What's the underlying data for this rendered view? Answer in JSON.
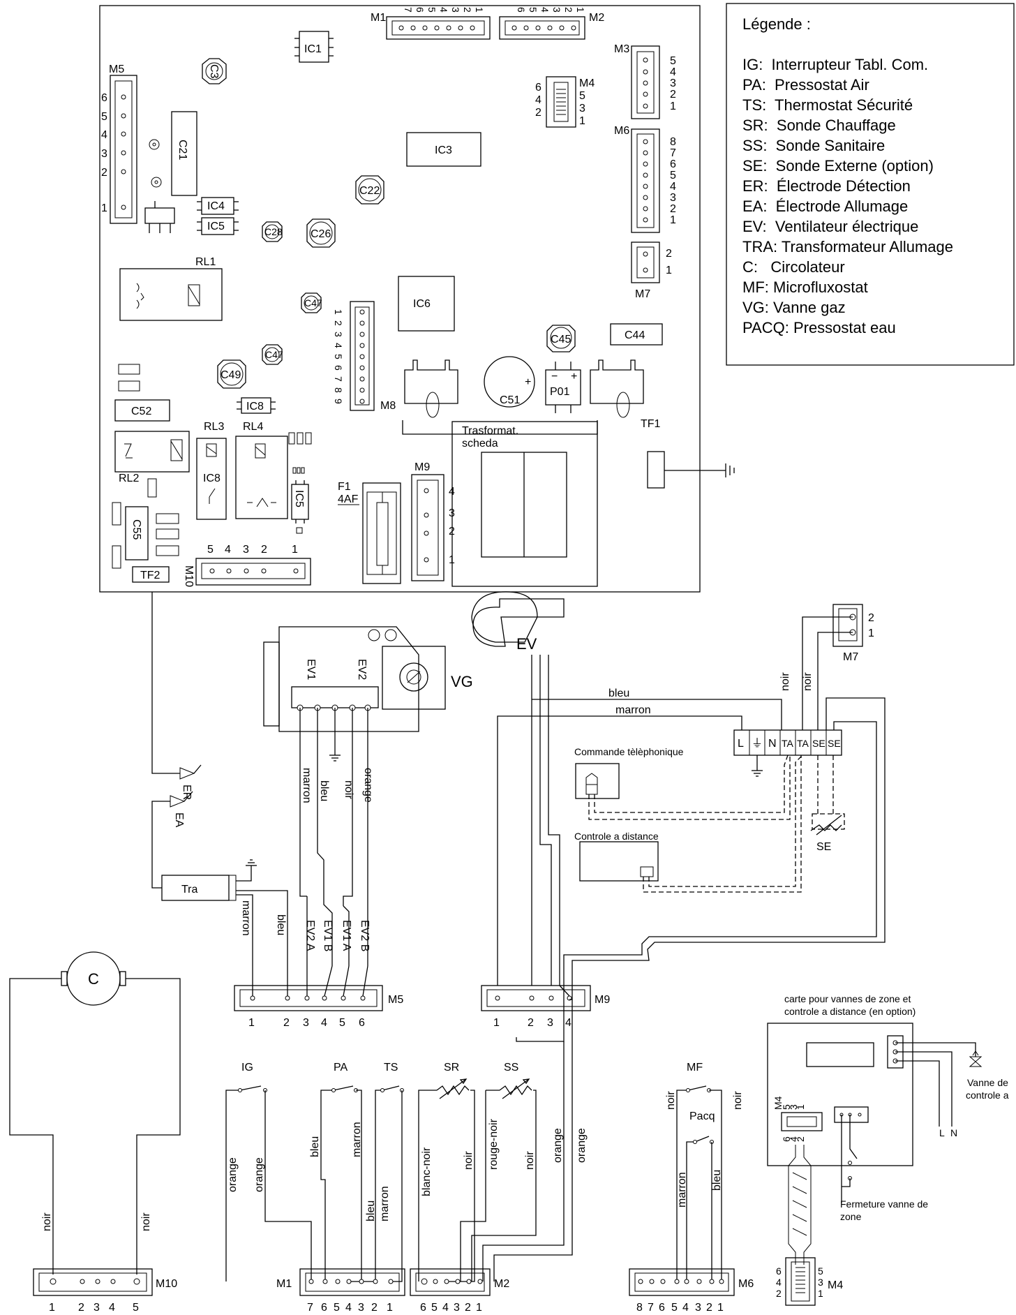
{
  "legend": {
    "title": "Légende :",
    "items": [
      "IG:  Interrupteur Tabl. Com.",
      "PA:  Pressostat Air",
      "TS:  Thermostat Sécurité",
      "SR:  Sonde Chauffage",
      "SS:  Sonde Sanitaire",
      "SE:  Sonde Externe (option)",
      "ER:  Électrode Détection",
      "EA:  Électrode Allumage",
      "EV:  Ventilateur électrique",
      "TRA: Transformateur Allumage",
      "C:   Circolateur",
      "MF: Microfluxostat",
      "VG: Vanne gaz",
      "PACQ: Pressostat eau"
    ]
  },
  "board": {
    "components": [
      "IC1",
      "IC3",
      "IC4",
      "IC5",
      "IC6",
      "IC8",
      "C3",
      "C21",
      "C22",
      "C26",
      "C28",
      "C47",
      "C49",
      "C52",
      "C55",
      "C45",
      "C44",
      "C51",
      "P01",
      "RL1",
      "RL2",
      "RL3",
      "RL4",
      "TF1",
      "TF2"
    ],
    "trasformat": [
      "Trasformat.",
      "scheda"
    ],
    "fuse": [
      "F1",
      "4AF"
    ]
  },
  "connectors": {
    "M1": "M1",
    "M2": "M2",
    "M3": "M3",
    "M4": "M4",
    "M5": "M5",
    "M6": "M6",
    "M7": "M7",
    "M8": "M8",
    "M9": "M9",
    "M10": "M10"
  },
  "pins": {
    "m1": [
      "7",
      "6",
      "5",
      "4",
      "3",
      "2",
      "1"
    ],
    "m2": [
      "6",
      "5",
      "4",
      "3",
      "2",
      "1"
    ],
    "m3": [
      "5",
      "4",
      "3",
      "2",
      "1"
    ],
    "m4_left": [
      "6",
      "4",
      "2"
    ],
    "m4_right": [
      "5",
      "3",
      "1"
    ],
    "m5_board": [
      "6",
      "5",
      "4",
      "3",
      "2",
      "1"
    ],
    "m6": [
      "8",
      "7",
      "6",
      "5",
      "4",
      "3",
      "2",
      "1"
    ],
    "m7": [
      "2",
      "1"
    ],
    "m8": [
      "1",
      "2",
      "3",
      "4",
      "5",
      "6",
      "7",
      "8",
      "9"
    ],
    "m9": [
      "4",
      "3",
      "2",
      "1"
    ],
    "m10_board": [
      "5",
      "4",
      "3",
      "2",
      "1"
    ],
    "m5_bottom": [
      "1",
      "2",
      "3",
      "4",
      "5",
      "6"
    ],
    "m9_bottom": [
      "1",
      "2",
      "3",
      "4"
    ],
    "m10_bottom": [
      "1",
      "2",
      "3",
      "4",
      "5"
    ],
    "m1_bottom": [
      "7",
      "6",
      "5",
      "4",
      "3",
      "2",
      "1"
    ],
    "m2_bottom": [
      "6",
      "5",
      "4",
      "3",
      "2",
      "1"
    ],
    "m6_bottom": [
      "8",
      "7",
      "6",
      "5",
      "4",
      "3",
      "2",
      "1"
    ]
  },
  "devices": {
    "vg": "VG",
    "ev": "EV",
    "tra": "Tra",
    "c": "C",
    "er": "ER",
    "ea": "EA",
    "se": "SE",
    "ig": "IG",
    "pa": "PA",
    "ts": "TS",
    "sr": "SR",
    "ss": "SS",
    "mf": "MF",
    "pacq": "Pacq",
    "ev1": "EV1",
    "ev2": "EV2"
  },
  "terminal": [
    "L",
    "⏚",
    "N",
    "TA",
    "TA",
    "SE",
    "SE"
  ],
  "wires": {
    "bleu": "bleu",
    "marron": "marron",
    "noir": "noir",
    "orange": "orange",
    "blanc_noir": "blanc-noir",
    "rouge_noir": "rouge-noir",
    "ev2a": "EV2 A",
    "ev1b": "EV1 B",
    "ev1a": "EV1 A",
    "ev2b": "EV2 B"
  },
  "labels": {
    "commande": "Commande tèlèphonique",
    "controle": "Controle a distance",
    "carte_1": "carte pour vannes de zone et",
    "carte_2": "controle a distance (en option)",
    "vanne_1": "Vanne de",
    "vanne_2": "controle a",
    "fermeture_1": "Fermeture vanne de",
    "fermeture_2": "zone",
    "l": "L",
    "n": "N"
  }
}
